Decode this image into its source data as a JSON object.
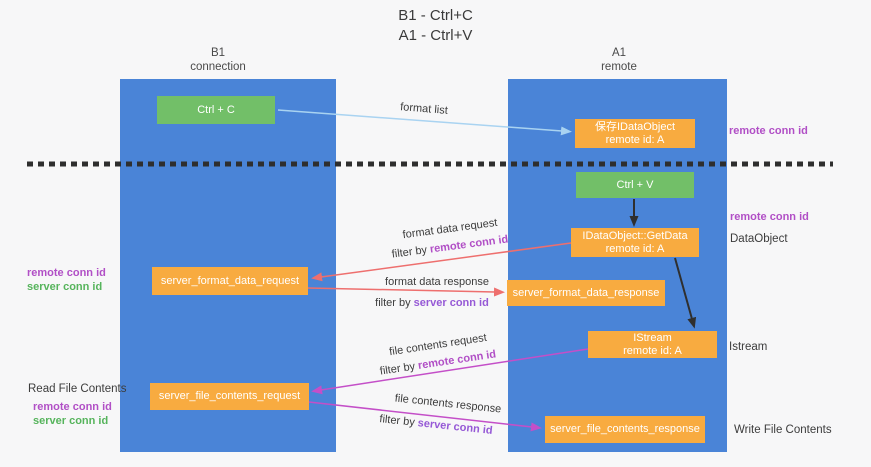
{
  "title": {
    "line1": "B1 - Ctrl+C",
    "line2": "A1 - Ctrl+V"
  },
  "lanes": {
    "left": {
      "name": "B1",
      "role": "connection"
    },
    "right": {
      "name": "A1",
      "role": "remote"
    }
  },
  "nodes": {
    "ctrl_c": {
      "label": "Ctrl + C"
    },
    "save_dataobject": {
      "line1": "保存IDataObject",
      "line2": "remote id: A"
    },
    "ctrl_v": {
      "label": "Ctrl + V"
    },
    "getdata": {
      "line1": "IDataObject::GetData",
      "line2": "remote id: A"
    },
    "format_request": {
      "label": "server_format_data_request"
    },
    "format_response": {
      "label": "server_format_data_response"
    },
    "istream": {
      "line1": "IStream",
      "line2": "remote id: A"
    },
    "file_request": {
      "label": "server_file_contents_request"
    },
    "file_response": {
      "label": "server_file_contents_response"
    }
  },
  "edge_labels": {
    "format_list": "format list",
    "format_data_request": "format data request",
    "format_data_response": "format data response",
    "file_contents_request": "file contents request",
    "file_contents_response": "file contents response",
    "filter_by": "filter by",
    "remote_conn_id": "remote conn id",
    "server_conn_id": "server conn id"
  },
  "side_labels": {
    "remote_conn_id": "remote conn id",
    "server_conn_id": "server conn id",
    "dataobject": "DataObject",
    "istream": "Istream",
    "read_file_contents": "Read File Contents",
    "write_file_contents": "Write File Contents"
  },
  "colors": {
    "lane_blue": "#4a84d7",
    "node_orange": "#f8ab40",
    "node_green": "#72bf68",
    "arrow_light_blue": "#a9d3f1",
    "arrow_salmon": "#ee6f6e",
    "arrow_magenta": "#c44fc8",
    "arrow_black": "#2f2f2f",
    "dashed_line": "#2e2e2e",
    "text_remote_purple": "#b14fc6",
    "text_server_purple": "#9659d6",
    "text_server_green": "#56b45c",
    "text_dark": "#3c3c3c",
    "background": "#f7f7f8"
  }
}
